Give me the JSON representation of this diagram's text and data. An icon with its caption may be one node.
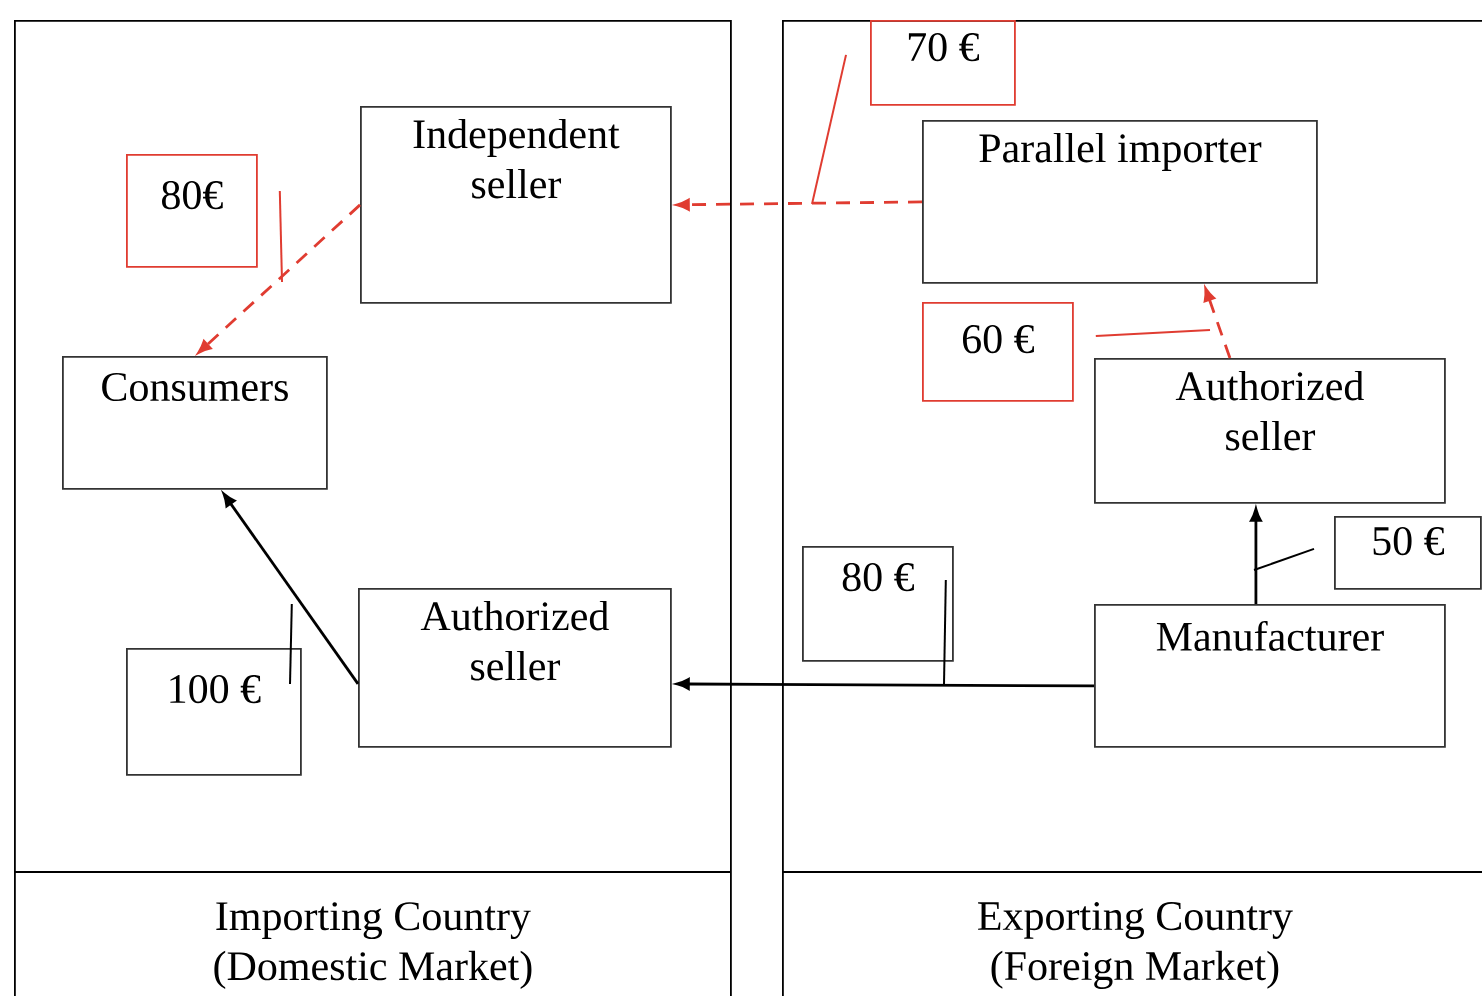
{
  "diagram": {
    "nodes": [
      {
        "text": [
          "Importing Country (Domestic Market)"
        ]
      },
      {
        "text": [
          "Independent seller"
        ],
        "in": 0
      },
      {
        "text": [
          "80€"
        ],
        "in": 0
      },
      {
        "text": [
          "Consumers"
        ],
        "in": 0
      },
      {
        "text": [
          "100 €"
        ],
        "in": 0
      },
      {
        "text": [
          "Authorized seller"
        ],
        "in": 0
      },
      {
        "text": [
          "Exporting Country (Foreign Market)"
        ]
      },
      {
        "text": [
          "70 €"
        ],
        "in": 6
      },
      {
        "text": [
          "Parallel importer"
        ],
        "in": 6
      },
      {
        "text": [
          "60 €"
        ],
        "in": 6
      },
      {
        "text": [
          "Authorized seller"
        ],
        "in": 6
      },
      {
        "text": [
          "80 €"
        ],
        "in": 6
      },
      {
        "text": [
          "50 €"
        ],
        "in": 6
      },
      {
        "text": [
          "Manufacturer"
        ],
        "in": 6
      }
    ],
    "edges": [
      {
        "from": 8,
        "to": 1,
        "arrow": "to",
        "style": "dashed",
        "color": "#e03c31"
      },
      {
        "from": 1,
        "to": 3,
        "arrow": "to",
        "style": "dashed",
        "color": "#e03c31"
      },
      {
        "from": 10,
        "to": 8,
        "arrow": "to",
        "style": "dashed",
        "color": "#e03c31"
      },
      {
        "from": 13,
        "to": 10,
        "arrow": "to",
        "color": "#000000"
      },
      {
        "from": 13,
        "to": 5,
        "arrow": "to",
        "color": "#000000"
      },
      {
        "from": 5,
        "to": 3,
        "arrow": "to",
        "color": "#000000"
      },
      {
        "from": 2,
        "to": null,
        "arrow": "none",
        "color": "#e03c31"
      },
      {
        "from": 7,
        "to": null,
        "arrow": "none",
        "color": "#e03c31"
      },
      {
        "from": 9,
        "to": null,
        "arrow": "none",
        "color": "#e03c31"
      },
      {
        "from": 12,
        "to": null,
        "arrow": "none",
        "color": "#000000"
      },
      {
        "from": 4,
        "to": null,
        "arrow": "none",
        "color": "#000000"
      },
      {
        "from": 11,
        "to": null,
        "arrow": "none",
        "color": "#000000"
      }
    ]
  }
}
